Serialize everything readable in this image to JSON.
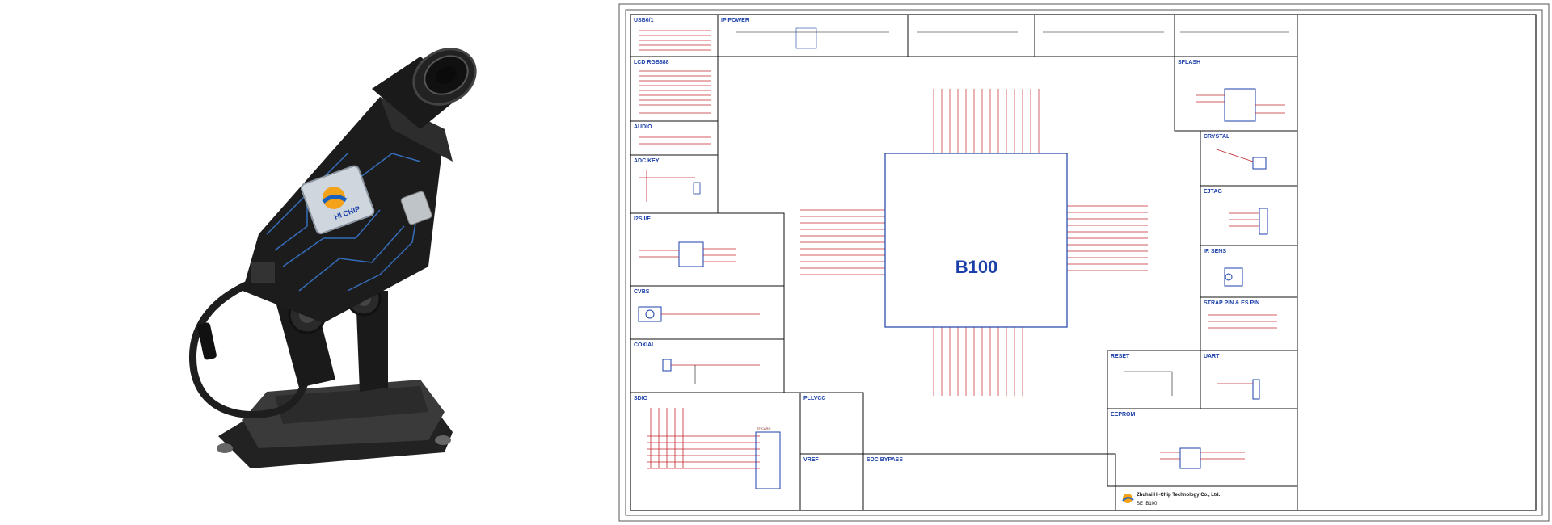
{
  "product": {
    "logo_text": "HI CHIP"
  },
  "schematic": {
    "chip_label": "B100",
    "blocks": {
      "usb": "USB0/1",
      "ip_power": "IP POWER",
      "lcd": "LCD RGB888",
      "audio": "AUDIO",
      "adc_key": "ADC KEY",
      "i2s": "I2S I/F",
      "cvbs": "CVBS",
      "coxial": "COXIAL",
      "sdio": "SDIO",
      "pllvcc": "PLLVCC",
      "vref": "VREF",
      "sdc_bypass": "SDC BYPASS",
      "sflash": "SFLASH",
      "crystal": "CRYSTAL",
      "ejtag": "EJTAG",
      "ir_sens": "IR SENS",
      "strap": "STRAP PIN & ES PIN",
      "reset": "RESET",
      "uart": "UART",
      "eeprom": "EEPROM",
      "tf_card": "TF CARD"
    },
    "title_block": {
      "company": "Zhuhai Hi-Chip Technology Co., Ltd.",
      "doc_name": "SE_B100"
    }
  }
}
